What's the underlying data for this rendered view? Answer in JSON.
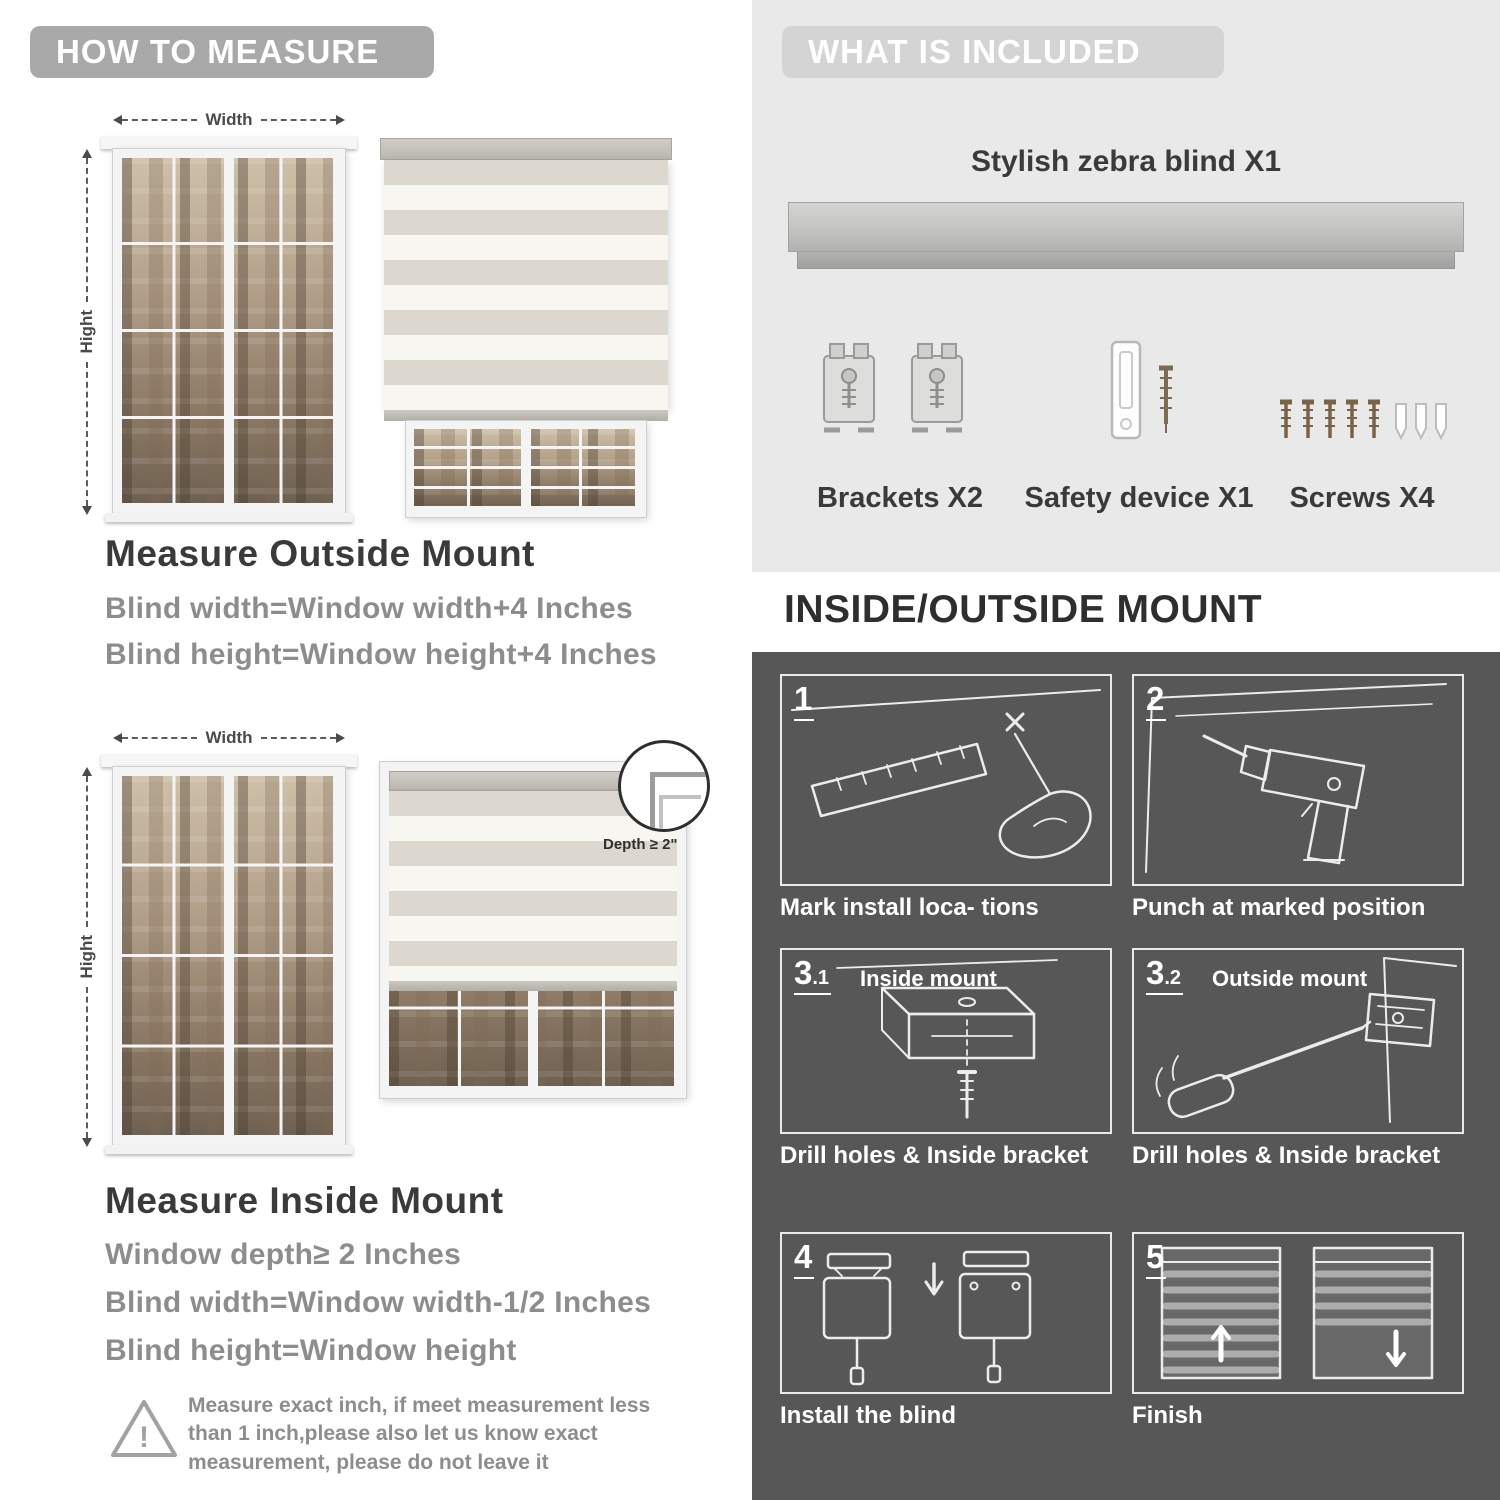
{
  "colors": {
    "badge_gray": "#a9a9a9",
    "included_badge": "#d4d4d4",
    "light_panel": "#e9e9e9",
    "dark_panel": "#575757",
    "text_dark": "#3a3a3a",
    "text_gray": "#8d8d8d"
  },
  "left": {
    "header": "HOW TO MEASURE",
    "outside": {
      "width_label": "Width",
      "height_label": "Hight",
      "title": "Measure Outside Mount",
      "lines": [
        "Blind width=Window width+4 Inches",
        "Blind height=Window height+4 Inches"
      ]
    },
    "inside": {
      "width_label": "Width",
      "height_label": "Hight",
      "depth_label": "Depth ≥ 2\"",
      "title": "Measure Inside Mount",
      "lines": [
        "Window depth≥ 2 Inches",
        "Blind width=Window width-1/2 Inches",
        "Blind height=Window height"
      ]
    },
    "warning_text": "Measure exact inch, if meet measurement less than 1 inch,please also let us know exact measurement, please do not leave it"
  },
  "right": {
    "included": {
      "header": "WHAT IS INCLUDED",
      "blind_label": "Stylish zebra blind X1",
      "items": [
        "Brackets X2",
        "Safety device X1",
        "Screws X4"
      ]
    },
    "mount": {
      "header": "INSIDE/OUTSIDE MOUNT",
      "steps": [
        {
          "num": "1",
          "sub": "",
          "label": "",
          "caption": "Mark install loca- tions"
        },
        {
          "num": "2",
          "sub": "",
          "label": "",
          "caption": "Punch at  marked position"
        },
        {
          "num": "3",
          "sub": ".1",
          "label": "Inside mount",
          "caption": "Drill holes &  Inside bracket"
        },
        {
          "num": "3",
          "sub": ".2",
          "label": "Outside mount",
          "caption": "Drill holes &  Inside bracket"
        },
        {
          "num": "4",
          "sub": "",
          "label": "",
          "caption": "Install the blind"
        },
        {
          "num": "5",
          "sub": "",
          "label": "",
          "caption": "Finish"
        }
      ]
    }
  }
}
